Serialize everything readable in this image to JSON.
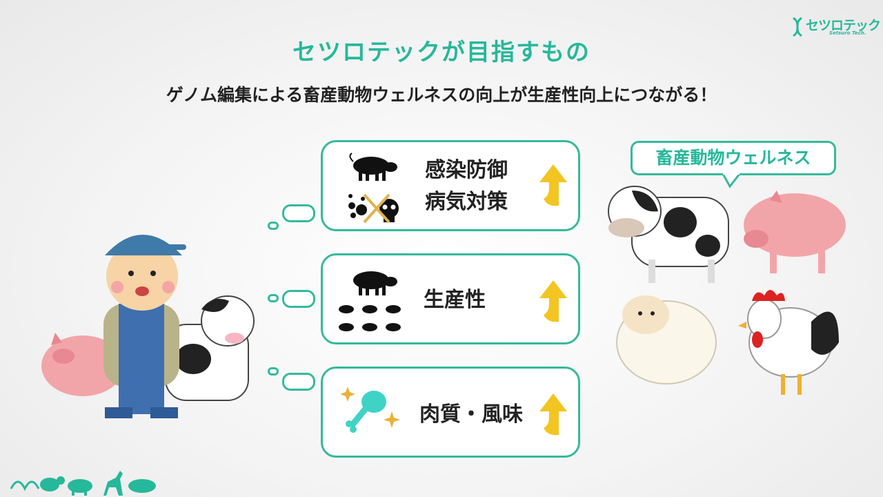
{
  "logo": {
    "text": "セツロテック",
    "sub": "Setsuro Tech."
  },
  "title": "セツロテックが目指すもの",
  "subtitle": "ゲノム編集による畜産動物ウェルネスの向上が生産性向上につながる！",
  "cards": [
    {
      "line1": "感染防御",
      "line2": "病気対策"
    },
    {
      "label": "生産性"
    },
    {
      "label": "肉質・風味"
    }
  ],
  "wellness_label": "畜産動物ウェルネス",
  "colors": {
    "accent": "#26b89a",
    "border": "#35b99b",
    "arrow": "#f2c522"
  }
}
